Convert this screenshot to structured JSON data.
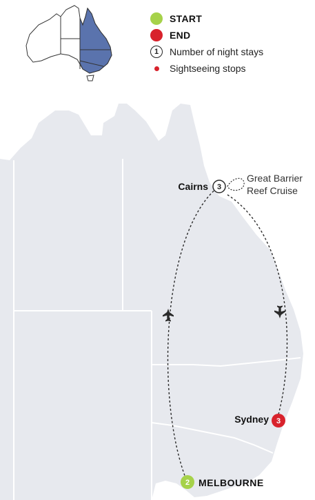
{
  "colors": {
    "start": "#a6d24a",
    "end": "#d8222c",
    "land": "#e7e9ee",
    "border": "#ffffff",
    "route": "#2b2b2b",
    "inset_highlight": "#5a73ad"
  },
  "legend": {
    "start_label": "START",
    "end_label": "END",
    "nights_number": "1",
    "nights_label": "Number of night stays",
    "stops_label": "Sightseeing stops"
  },
  "places": {
    "cairns": {
      "name": "Cairns",
      "nights": "3"
    },
    "reef": {
      "line1": "Great Barrier",
      "line2": "Reef Cruise"
    },
    "sydney": {
      "name": "Sydney",
      "nights": "3"
    },
    "melbourne": {
      "name": "MELBOURNE",
      "nights": "2"
    }
  },
  "icons": {
    "plane_outbound": "airplane-icon",
    "plane_inbound": "airplane-icon"
  }
}
